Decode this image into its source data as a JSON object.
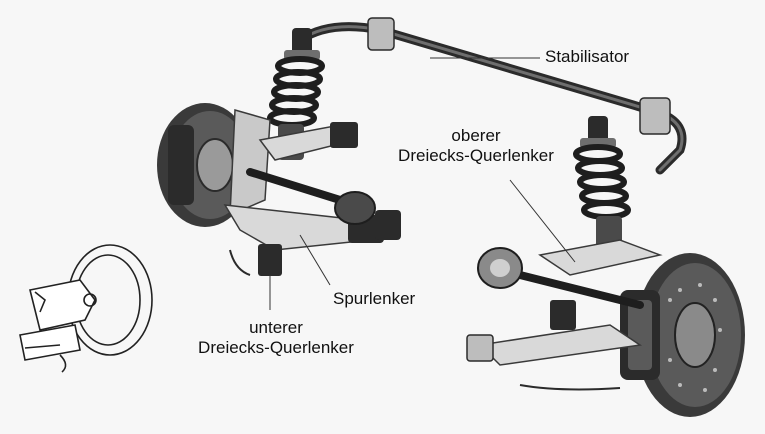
{
  "labels": {
    "stabilisator": "Stabilisator",
    "oberer_line1": "oberer",
    "oberer_line2": "Dreiecks-Querlenker",
    "spurlenker": "Spurlenker",
    "unterer_line1": "unterer",
    "unterer_line2": "Dreiecks-Querlenker"
  },
  "colors": {
    "background": "#f7f7f7",
    "metal_dark": "#2b2b2b",
    "metal_mid": "#6e6e6e",
    "metal_light": "#bdbdbd",
    "arm_light": "#d9d9d9",
    "leader_line": "#333333",
    "text": "#111111"
  },
  "icons": {
    "brake_disc_left": "brake-disc-icon",
    "brake_disc_right": "brake-disc-icon",
    "coil_spring_left": "coil-spring-icon",
    "coil_spring_right": "coil-spring-icon",
    "detail_sketch": "bushing-detail-icon"
  }
}
